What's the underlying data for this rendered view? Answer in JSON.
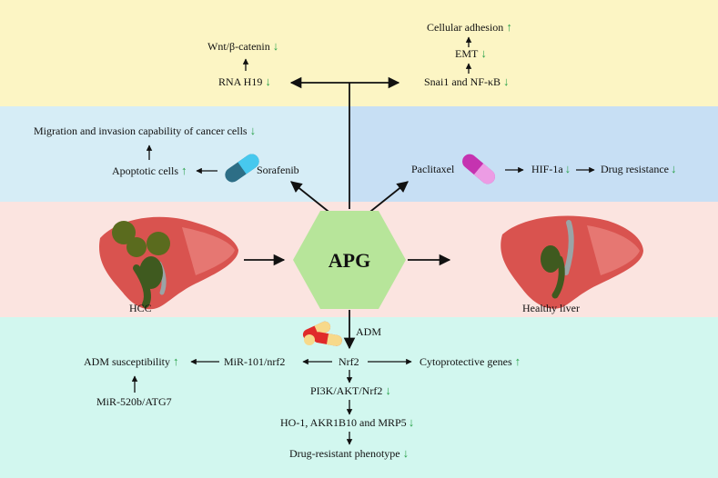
{
  "colors": {
    "band_top": "#fcf5c4",
    "band_blue_left": "#d6edf6",
    "band_blue_right": "#c7dff4",
    "band_pink": "#fbe4e0",
    "band_bottom": "#d2f7ef",
    "hexagon": "#b7e59a",
    "indicator": "#2aa24a",
    "liver": "#d9534f"
  },
  "center": {
    "label": "APG"
  },
  "top_band": {
    "wnt": "Wnt/β-catenin",
    "rna_h19": "RNA H19",
    "cellular_adhesion": "Cellular adhesion",
    "emt": "EMT",
    "snai1": "Snai1 and NF-κB"
  },
  "blue_band": {
    "migration": "Migration and invasion capability of cancer cells",
    "apoptotic": "Apoptotic cells",
    "sorafenib": "Sorafenib",
    "paclitaxel": "Paclitaxel",
    "hif": "HIF-1a",
    "drug_resistance": "Drug resistance"
  },
  "pink_band": {
    "hcc": "HCC",
    "healthy_liver": "Healthy liver"
  },
  "bottom_band": {
    "adm": "ADM",
    "nrf2": "Nrf2",
    "mir101": "MiR-101/nrf2",
    "adm_susceptibility": "ADM susceptibility",
    "mir520b": "MiR-520b/ATG7",
    "cytoprotective": "Cytoprotective genes",
    "pi3k": "PI3K/AKT/Nrf2",
    "ho1": "HO-1, AKR1B10 and MRP5",
    "drug_resistant_phenotype": "Drug-resistant phenotype"
  },
  "indicators": {
    "up": "↑",
    "down": "↓"
  }
}
